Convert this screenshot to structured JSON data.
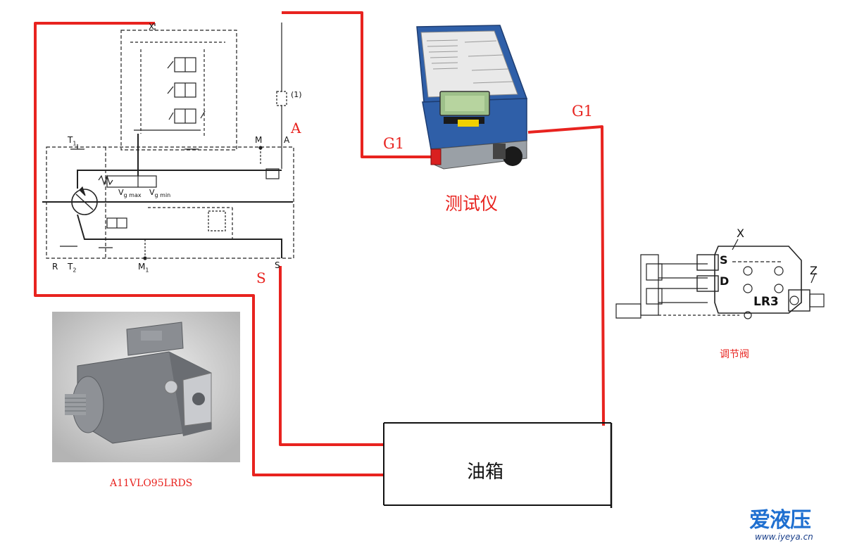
{
  "labels": {
    "port_a": "A",
    "port_s": "S",
    "g1_left": "G1",
    "g1_right": "G1",
    "tester": "测试仪",
    "tank": "油箱",
    "valve_caption": "调节阀",
    "pump_caption": "A11VLO95LRDS"
  },
  "schematic": {
    "x": "X",
    "t1": "T",
    "t1_sub": "1",
    "m": "M",
    "a": "A",
    "r": "R",
    "t2": "T",
    "t2_sub": "2",
    "m1": "M",
    "m1_sub": "1",
    "s": "S",
    "note": "(1)",
    "vg_max": "V",
    "vg_max_sub": "g max",
    "vg_min": "V",
    "vg_min_sub": "g min"
  },
  "valve": {
    "x": "X",
    "z": "Z",
    "s": "S",
    "d": "D",
    "model": "LR3"
  },
  "watermark": {
    "logo": "爱液压",
    "url": "www.iyeya.cn"
  },
  "colors": {
    "hose": "#e8231f",
    "tester_body": "#2f5fa8",
    "line": "#111111"
  }
}
